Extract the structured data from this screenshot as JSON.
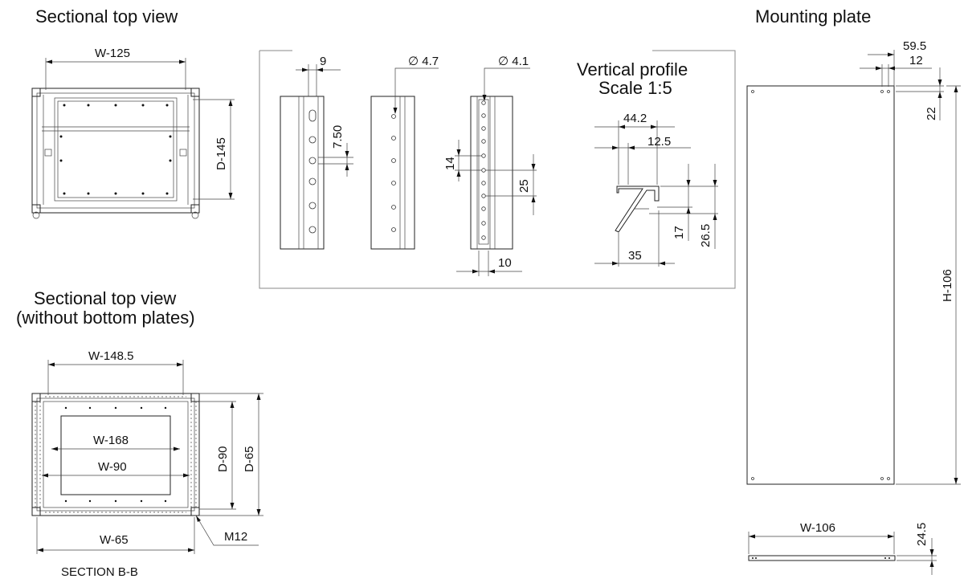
{
  "titles": {
    "sectional_top_view": "Sectional top view",
    "sectional_top_view_nb_line1": "Sectional top view",
    "sectional_top_view_nb_line2": "(without bottom plates)",
    "vertical_profile_line1": "Vertical profile",
    "vertical_profile_line2": "Scale 1:5",
    "mounting_plate": "Mounting plate",
    "section": "SECTION B-B"
  },
  "dims": {
    "w125": "W-125",
    "d145": "D-145",
    "nine": "9",
    "phi47": "∅ 4.7",
    "phi41": "∅ 4.1",
    "d750": "7.50",
    "d14": "14",
    "d25": "25",
    "d10": "10",
    "d442": "44.2",
    "d125": "12.5",
    "d17": "17",
    "d265": "26.5",
    "d35": "35",
    "w1485": "W-148.5",
    "w168": "W-168",
    "w90": "W-90",
    "d90": "D-90",
    "d65": "D-65",
    "w65": "W-65",
    "m12": "M12",
    "d595": "59.5",
    "d12": "12",
    "d22": "22",
    "h106": "H-106",
    "w106": "W-106",
    "d245": "24.5"
  }
}
